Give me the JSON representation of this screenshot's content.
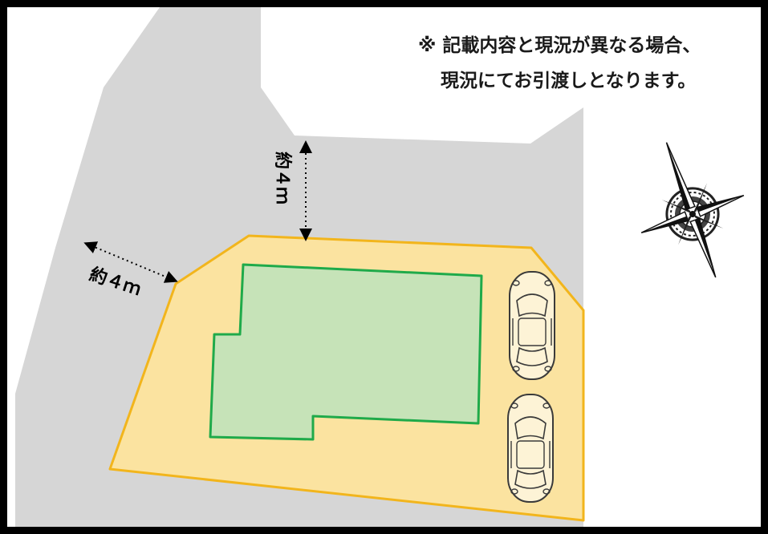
{
  "notice": {
    "line1": "※ 記載内容と現況が異なる場合、",
    "line2": "現況にてお引渡しとなります。"
  },
  "road_width_labels": {
    "west": "約４ｍ",
    "north": "約４ｍ"
  },
  "legend_colors": {
    "road": "#d6d6d6",
    "lot": "#fbe3a0",
    "lot_border": "#f2b51c",
    "building": "#c6e3b8",
    "building_border": "#1faa4a"
  },
  "icons": {
    "compass": "compass-rose-icon",
    "car": "car-top-view-icon",
    "dimension": "dotted-double-arrow"
  },
  "parking_spaces": 2
}
